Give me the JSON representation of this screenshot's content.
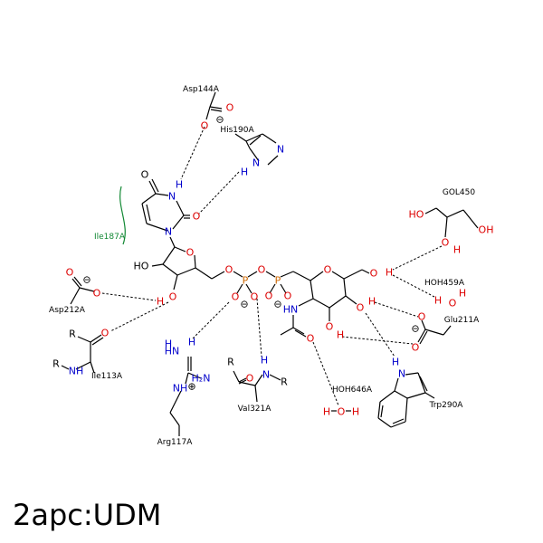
{
  "title": "2apc:UDM",
  "colors": {
    "oxygen": "#dd0000",
    "nitrogen": "#0000cc",
    "phosphorus": "#cc6600",
    "carbon": "#000000",
    "hydrophobic": "#118833"
  },
  "residues": {
    "asp144": "Asp144A",
    "his190": "His190A",
    "ile187": "Ile187A",
    "asp212": "Asp212A",
    "ile113": "Ile113A",
    "arg117": "Arg117A",
    "val321": "Val321A",
    "gol450": "GOL450",
    "hoh459": "HOH459A",
    "glu211": "Glu211A",
    "hoh646": "HOH646A",
    "trp290": "Trp290A"
  },
  "atoms": {
    "O": "O",
    "N": "N",
    "H": "H",
    "P": "P",
    "R": "R",
    "NH": "NH",
    "HN": "HN",
    "HO": "HO",
    "OH": "OH",
    "H2N": "H₂N",
    "HOH": "H"
  },
  "charges": {
    "minus": "⊖",
    "plus": "⊕"
  }
}
